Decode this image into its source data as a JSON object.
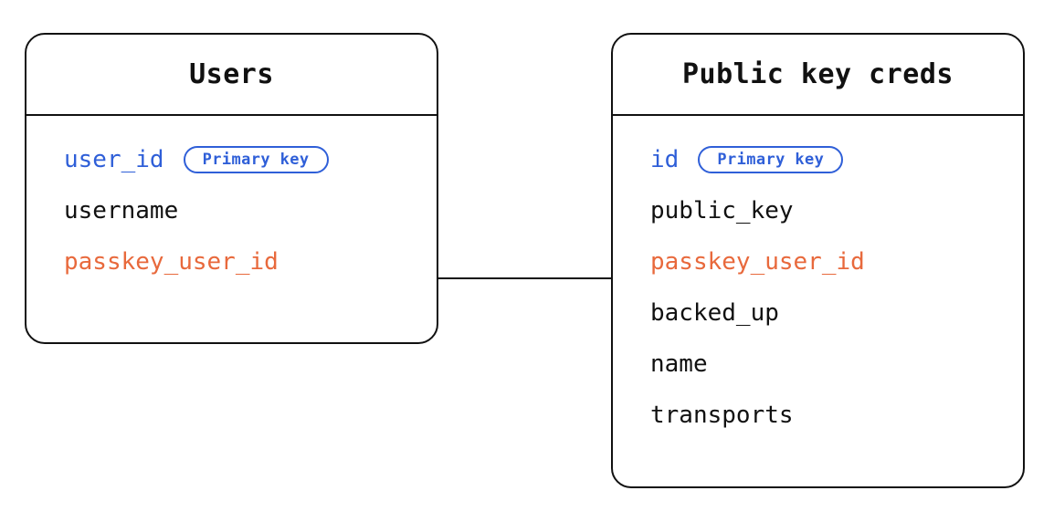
{
  "diagram": {
    "type": "entity-relationship-diagram",
    "background_color": "#ffffff",
    "colors": {
      "border": "#111111",
      "text": "#111111",
      "primary_key": "#2f5fd8",
      "foreign_key": "#e8693c",
      "badge_border": "#2f5fd8"
    },
    "entities": [
      {
        "id": "users",
        "title": "Users",
        "fields": [
          {
            "name": "user_id",
            "style": "key",
            "badge": "Primary key"
          },
          {
            "name": "username",
            "style": "plain",
            "badge": null
          },
          {
            "name": "passkey_user_id",
            "style": "fk",
            "badge": null
          }
        ]
      },
      {
        "id": "public_key_creds",
        "title": "Public key creds",
        "fields": [
          {
            "name": "id",
            "style": "key",
            "badge": "Primary key"
          },
          {
            "name": "public_key",
            "style": "plain",
            "badge": null
          },
          {
            "name": "passkey_user_id",
            "style": "fk",
            "badge": null
          },
          {
            "name": "backed_up",
            "style": "plain",
            "badge": null
          },
          {
            "name": "name",
            "style": "plain",
            "badge": null
          },
          {
            "name": "transports",
            "style": "plain",
            "badge": null
          }
        ]
      }
    ],
    "relationships": [
      {
        "from_entity": "users",
        "from_field": "passkey_user_id",
        "to_entity": "public_key_creds",
        "to_field": "passkey_user_id",
        "line_style": "solid"
      }
    ]
  }
}
